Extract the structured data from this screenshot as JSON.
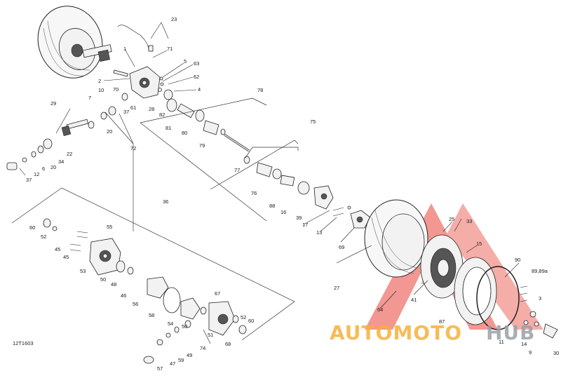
{
  "diagram_code": "12T1603",
  "watermark": {
    "brand_a": "AUTOMOTO",
    "brand_b": "HUB",
    "color_a": "#f6b13c",
    "color_b": "#9aa0a6",
    "logo_color": "#e8433a"
  },
  "callouts": {
    "c23": "23",
    "c1": "1",
    "c71": "71",
    "c5": "5",
    "c63": "63",
    "c62": "62",
    "c4": "4",
    "c2": "2",
    "c70": "70",
    "c10": "10",
    "c7": "7",
    "c37a": "37",
    "c61": "61",
    "c28": "28",
    "c82": "82",
    "c78": "78",
    "c29": "29",
    "c20a": "20",
    "c81": "81",
    "c80": "80",
    "c75": "75",
    "c22": "22",
    "c34": "34",
    "c20b": "20",
    "c6": "6",
    "c12": "12",
    "c37b": "37",
    "c79": "79",
    "c72": "72",
    "c77": "77",
    "c76": "76",
    "c36": "36",
    "c88": "88",
    "c16": "16",
    "c39": "39",
    "c17": "17",
    "c13": "13",
    "c69": "69",
    "c25": "25",
    "c33": "33",
    "c15": "15",
    "c60a": "60",
    "c52a": "52",
    "c55": "55",
    "c45a": "45",
    "c45b": "45",
    "c53": "53",
    "c50a": "50",
    "c48": "48",
    "c46": "46",
    "c56": "56",
    "c58": "58",
    "c54": "54",
    "c50b": "50",
    "c67": "67",
    "c52b": "52",
    "c60b": "60",
    "c51": "51",
    "c74": "74",
    "c68": "68",
    "c49": "49",
    "c47": "47",
    "c59": "59",
    "c57": "57",
    "c27": "27",
    "c41": "41",
    "c64": "64",
    "c87": "87",
    "c90": "90",
    "c8989a": "89,89a",
    "c3": "3",
    "c11": "11",
    "c14": "14",
    "c9": "9",
    "c30": "30"
  }
}
